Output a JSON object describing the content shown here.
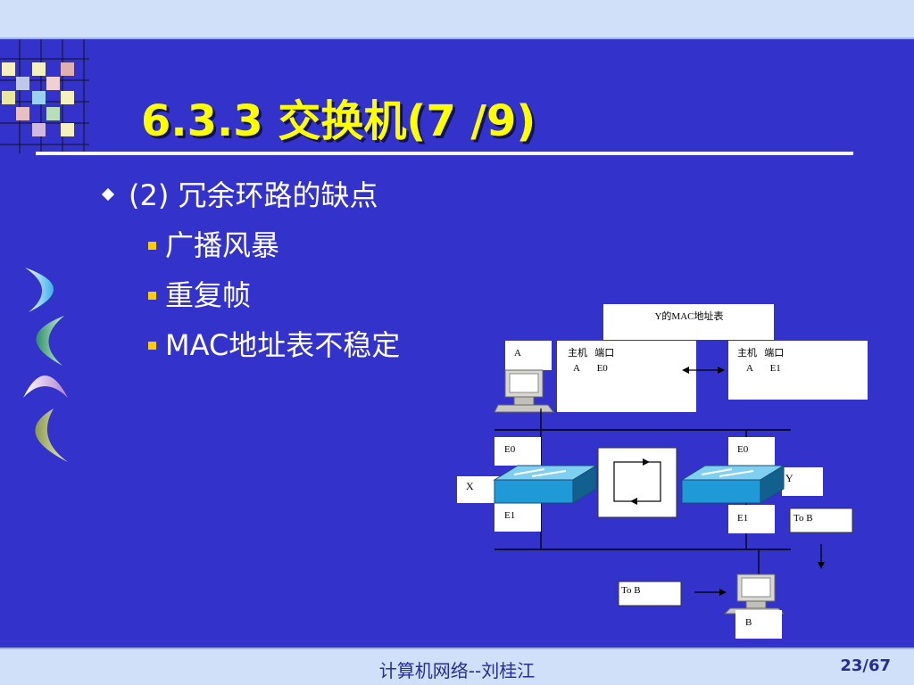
{
  "slide": {
    "title": "6.3.3 交换机(7 /9)",
    "bullet": "(2) 冗余环路的缺点",
    "subitems": [
      "广播风暴",
      "重复帧",
      "MAC地址表不稳定"
    ],
    "footer_center": "计算机网络--刘桂江",
    "footer_page": "23/67"
  },
  "diagram": {
    "mac_table_title": "Y的MAC地址表",
    "table_left": {
      "header": "主机   端口",
      "row": "A       E0"
    },
    "table_right": {
      "header": "主机   端口",
      "row": "A       E1"
    },
    "host_a_label": "A",
    "host_b_label": "B",
    "switch_x_label": "X",
    "switch_y_label": "Y",
    "x_port_top": "E0",
    "x_port_bottom": "E1",
    "y_port_top": "E0",
    "y_port_bottom": "E1",
    "to_b_right": "To B",
    "to_b_bottom": "To B"
  },
  "colors": {
    "background": "#3333cc",
    "title": "#ffff00",
    "bullet_square": "#ffcc00",
    "bar": "#cfe0f8"
  }
}
